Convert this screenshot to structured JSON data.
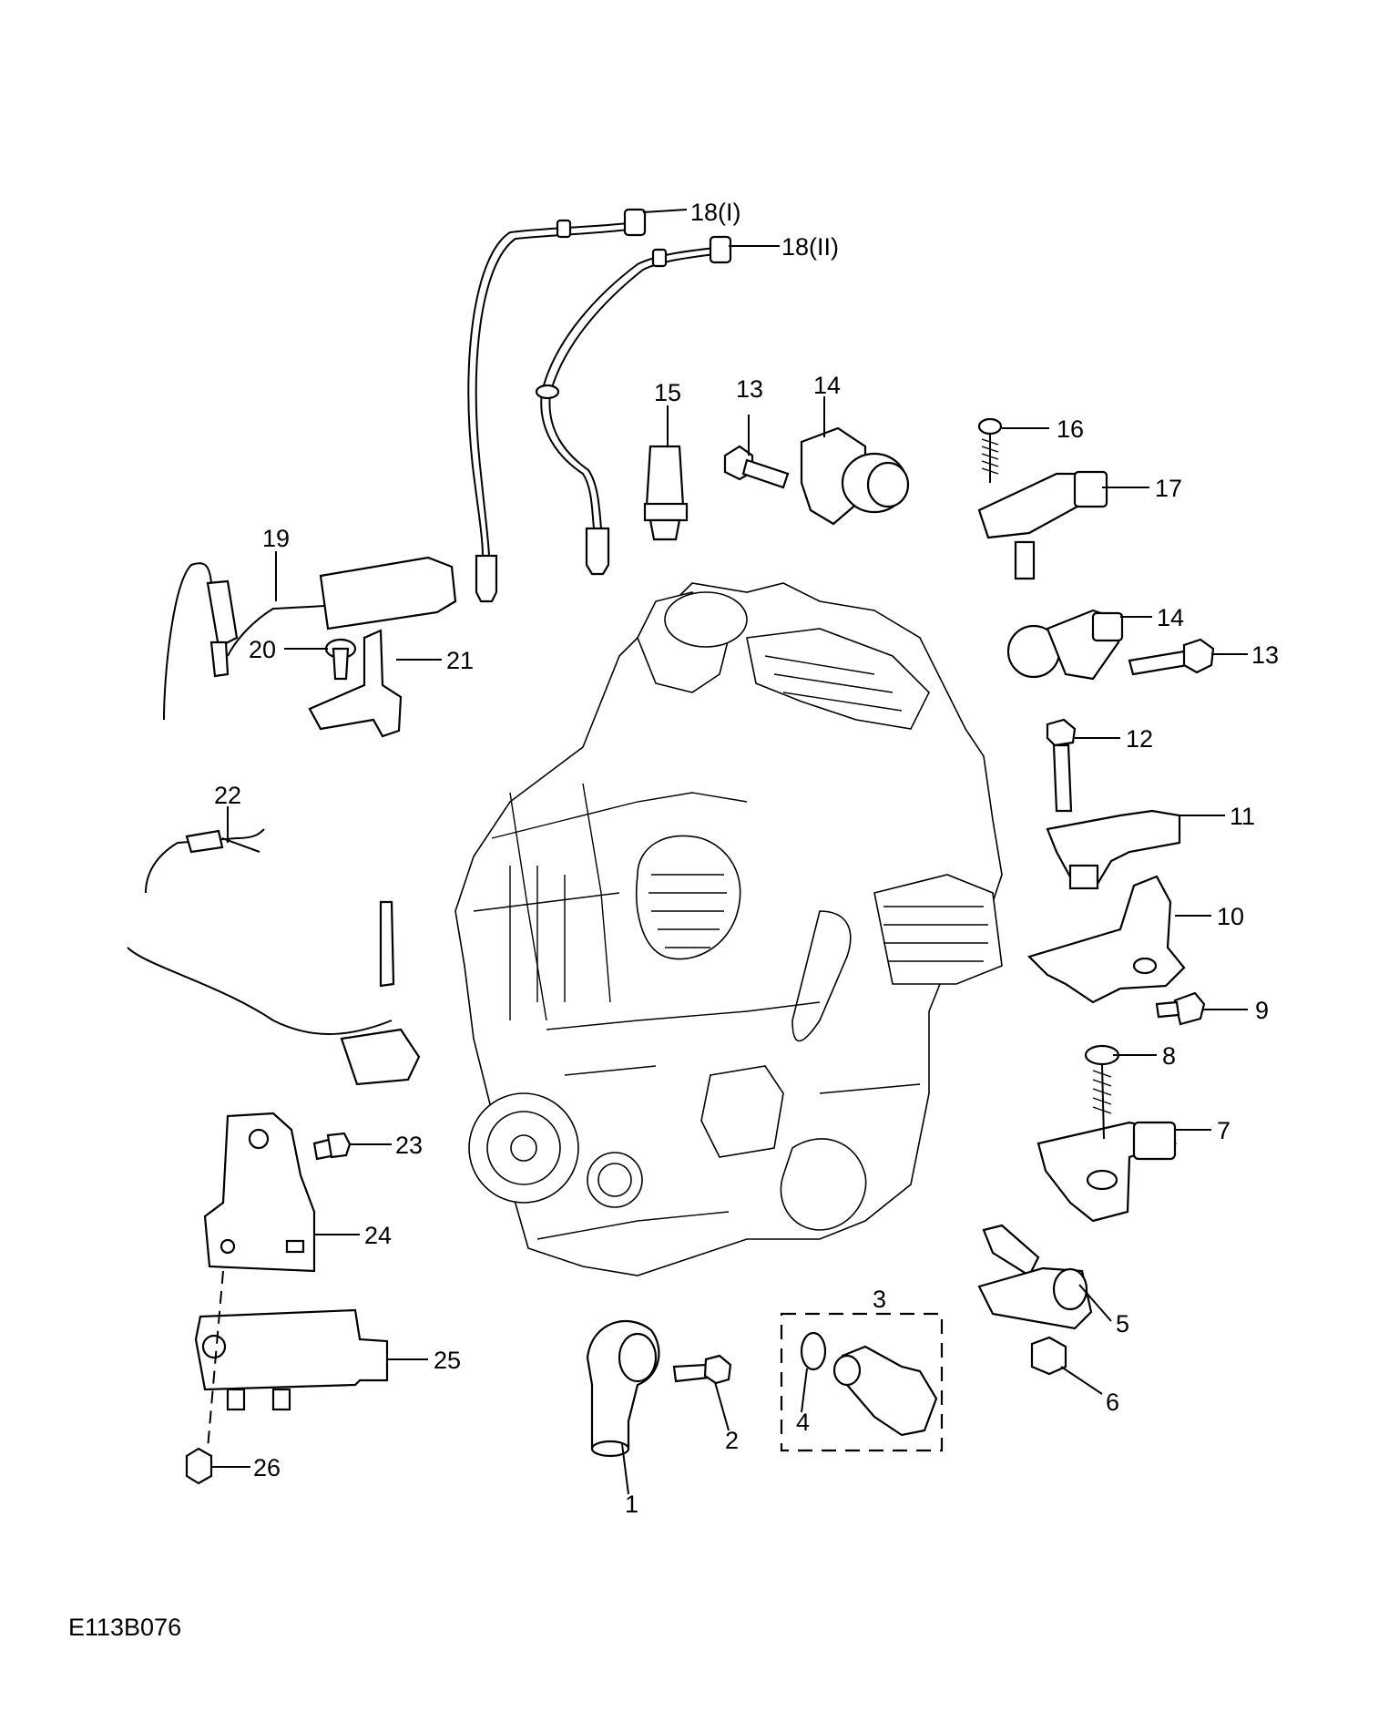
{
  "figure_id": "E113B076",
  "callouts": [
    {
      "id": "c1",
      "label": "1"
    },
    {
      "id": "c2",
      "label": "2"
    },
    {
      "id": "c3",
      "label": "3"
    },
    {
      "id": "c4",
      "label": "4"
    },
    {
      "id": "c5",
      "label": "5"
    },
    {
      "id": "c6",
      "label": "6"
    },
    {
      "id": "c7",
      "label": "7"
    },
    {
      "id": "c8",
      "label": "8"
    },
    {
      "id": "c9",
      "label": "9"
    },
    {
      "id": "c10",
      "label": "10"
    },
    {
      "id": "c11",
      "label": "11"
    },
    {
      "id": "c12",
      "label": "12"
    },
    {
      "id": "c13a",
      "label": "13"
    },
    {
      "id": "c13b",
      "label": "13"
    },
    {
      "id": "c14a",
      "label": "14"
    },
    {
      "id": "c14b",
      "label": "14"
    },
    {
      "id": "c15",
      "label": "15"
    },
    {
      "id": "c16",
      "label": "16"
    },
    {
      "id": "c17",
      "label": "17"
    },
    {
      "id": "c18a",
      "label": "18"
    },
    {
      "id": "c18b",
      "label": "18"
    },
    {
      "id": "c19",
      "label": "19"
    },
    {
      "id": "c20",
      "label": "20"
    },
    {
      "id": "c21",
      "label": "21"
    },
    {
      "id": "c22",
      "label": "22"
    },
    {
      "id": "c23",
      "label": "23"
    },
    {
      "id": "c24",
      "label": "24"
    },
    {
      "id": "c25",
      "label": "25"
    },
    {
      "id": "c26",
      "label": "26"
    }
  ],
  "callout_suffixes": {
    "c18a": "(I)",
    "c18b": "(II)"
  }
}
